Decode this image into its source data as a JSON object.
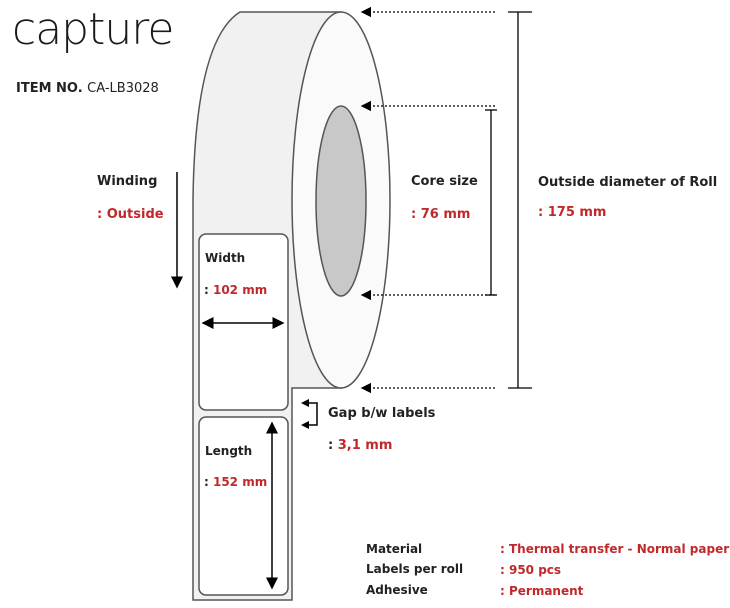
{
  "logo": "capture",
  "item": {
    "label": "ITEM NO.",
    "value": "CA-LB3028"
  },
  "winding": {
    "label": "Winding",
    "value": ": Outside"
  },
  "core": {
    "label": "Core size",
    "value": ": 76 mm"
  },
  "outside": {
    "label": "Outside diameter of Roll",
    "value": ": 175 mm"
  },
  "width": {
    "label": "Width",
    "value": "102 mm"
  },
  "length": {
    "label": "Length",
    "value": "152 mm"
  },
  "gap": {
    "label": "Gap b/w labels",
    "value": "3,1 mm"
  },
  "specs": [
    {
      "label": "Material",
      "value": ": Thermal transfer - Normal paper"
    },
    {
      "label": "Labels per roll",
      "value": ": 950 pcs"
    },
    {
      "label": "Adhesive",
      "value": ": Permanent"
    }
  ],
  "colors": {
    "accent": "#c0282a",
    "core": "#c8c8c8"
  }
}
